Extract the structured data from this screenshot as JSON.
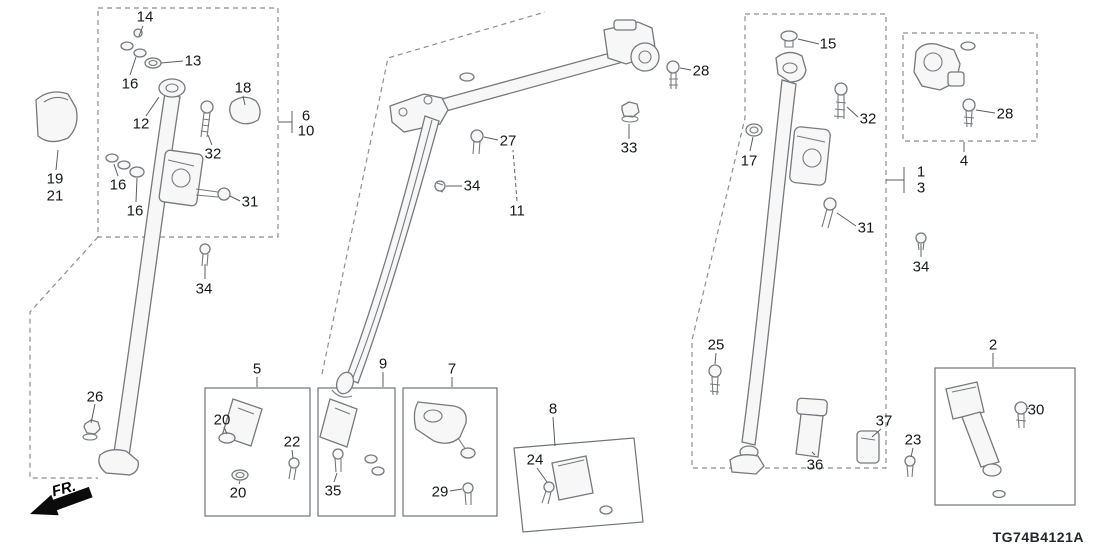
{
  "diagram": {
    "code": "TG74B4121A",
    "fr_label": "FR."
  },
  "colors": {
    "background": "#ffffff",
    "line_art": "#75797e",
    "dashed_region": "#8a8f94",
    "label_text": "#15181b",
    "fr_arrow": "#0b0b0b"
  },
  "callouts": {
    "c14": "14",
    "c13": "13",
    "c16a": "16",
    "c12": "12",
    "c18": "18",
    "c32a": "32",
    "c6": "6",
    "c10": "10",
    "c19": "19",
    "c21": "21",
    "c16b": "16",
    "c16c": "16",
    "c31a": "31",
    "c34a": "34",
    "c26": "26",
    "c28a": "28",
    "c27": "27",
    "c33": "33",
    "c34b": "34",
    "c11": "11",
    "c15": "15",
    "c17": "17",
    "c32b": "32",
    "c1": "1",
    "c3": "3",
    "c31b": "31",
    "c34c": "34",
    "c4": "4",
    "c28b": "28",
    "c25": "25",
    "c5": "5",
    "c20a": "20",
    "c22": "22",
    "c20b": "20",
    "c9": "9",
    "c35": "35",
    "c7": "7",
    "c29": "29",
    "c8": "8",
    "c24": "24",
    "c2": "2",
    "c30": "30",
    "c23": "23",
    "c36": "36",
    "c37": "37"
  }
}
